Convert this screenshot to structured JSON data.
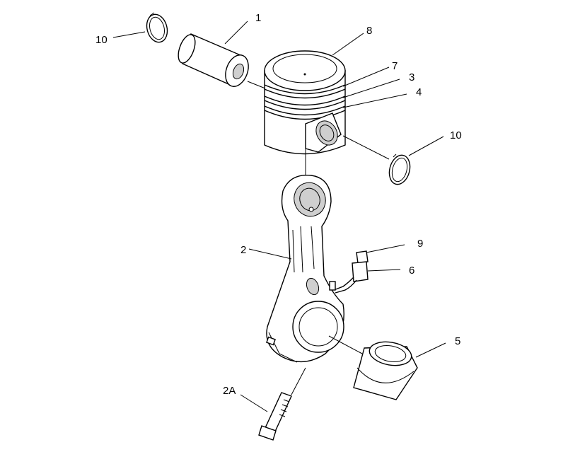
{
  "callouts": {
    "c1": "1",
    "c2": "2",
    "c2a": "2A",
    "c3": "3",
    "c4": "4",
    "c5": "5",
    "c6": "6",
    "c7": "7",
    "c8": "8",
    "c9": "9",
    "c10a": "10",
    "c10b": "10"
  }
}
